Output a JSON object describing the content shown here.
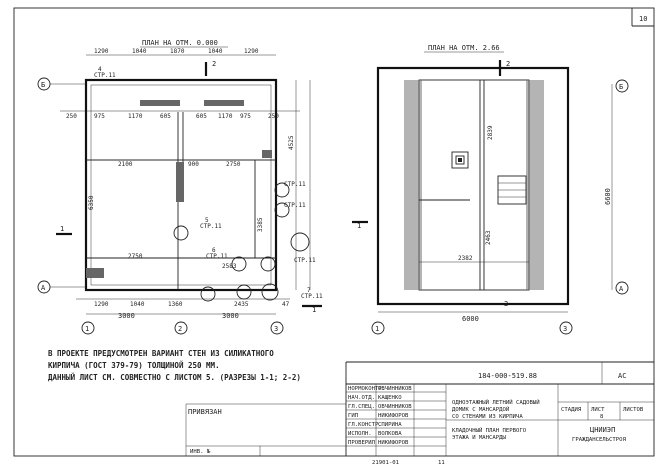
{
  "sheet_number": "10",
  "plan_left": {
    "title": "ПЛАН НА ОТМ. 0.000",
    "top_dims": [
      "1290",
      "1040",
      "1870",
      "1040",
      "1290"
    ],
    "row2_dims": [
      "250",
      "975",
      "1170",
      "605",
      "605",
      "1170",
      "975",
      "250"
    ],
    "mid_dims": [
      "2100",
      "900",
      "2750"
    ],
    "lower_dims": [
      "2750",
      "2583"
    ],
    "bottom_row1": [
      "1290",
      "1040",
      "1360",
      "2435",
      "47"
    ],
    "bottom_row2": [
      "3000",
      "3000"
    ],
    "right_dims": [
      "4525",
      "6350",
      "3385"
    ],
    "left_marks": [
      "Б",
      "А",
      "1"
    ],
    "axes": [
      "1",
      "2",
      "3"
    ],
    "callouts": [
      "4",
      "6",
      "5",
      "7"
    ],
    "callout_sub": "СТР.11",
    "section_marks": [
      "2",
      "1"
    ]
  },
  "plan_right": {
    "title": "ПЛАН НА ОТМ. 2.66",
    "dims": [
      "2839",
      "2382",
      "2463",
      "6600",
      "6000"
    ],
    "axes": [
      "1",
      "3"
    ],
    "rows": [
      "Б",
      "А"
    ],
    "section_marks": [
      "2",
      "1"
    ]
  },
  "notes": [
    "В ПРОЕКТЕ ПРЕДУСМОТРЕН ВАРИАНТ СТЕН ИЗ СИЛИКАТНОГО",
    "КИРПИЧА (ГОСТ 379-79) ТОЛЩИНОЙ 250 ММ.",
    "ДАННЫЙ ЛИСТ СМ. СОВМЕСТНО С ЛИСТОМ 5. (РАЗРЕЗЫ 1-1; 2-2)"
  ],
  "title_block": {
    "doc_code": "184-000-519.88",
    "section": "АС",
    "roles": [
      "НОРМОКОНТР.",
      "НАЧ.ОТД.",
      "ГЛ.СПЕЦ.",
      "ГИП",
      "ГЛ.КОНСТР.",
      "ИСПОЛН.",
      "ПРОВЕРИЛ"
    ],
    "names": [
      "ОВЧИННИКОВ",
      "КАЩЕНКО",
      "ОВЧИННИКОВ",
      "НИКИФОРОВ",
      "СПИРИНА",
      "ВОЛКОВА",
      "НИКИФОРОВ"
    ],
    "project_title": [
      "ОДНОЭТАЖНЫЙ ЛЕТНИЙ САДОВЫЙ",
      "ДОМИК С МАНСАРДОЙ",
      "СО СТЕНАМИ ИЗ КИРПИЧА"
    ],
    "sheet_title": [
      "КЛАДОЧНЫЙ ПЛАН ПЕРВОГО",
      "ЭТАЖА И МАНСАРДЫ"
    ],
    "stage_header": "СТАДИЯ",
    "sheet_header": "ЛИСТ",
    "sheets_header": "ЛИСТОВ",
    "sheet_value": "8",
    "org": [
      "ЦНИИЭП",
      "ГРАЖДАНСЕЛЬСТРОЯ"
    ],
    "privyazan": "ПРИВЯЗАН",
    "inv": "ИНВ. №",
    "footer_code": "21901-01",
    "footer_num": "11"
  }
}
